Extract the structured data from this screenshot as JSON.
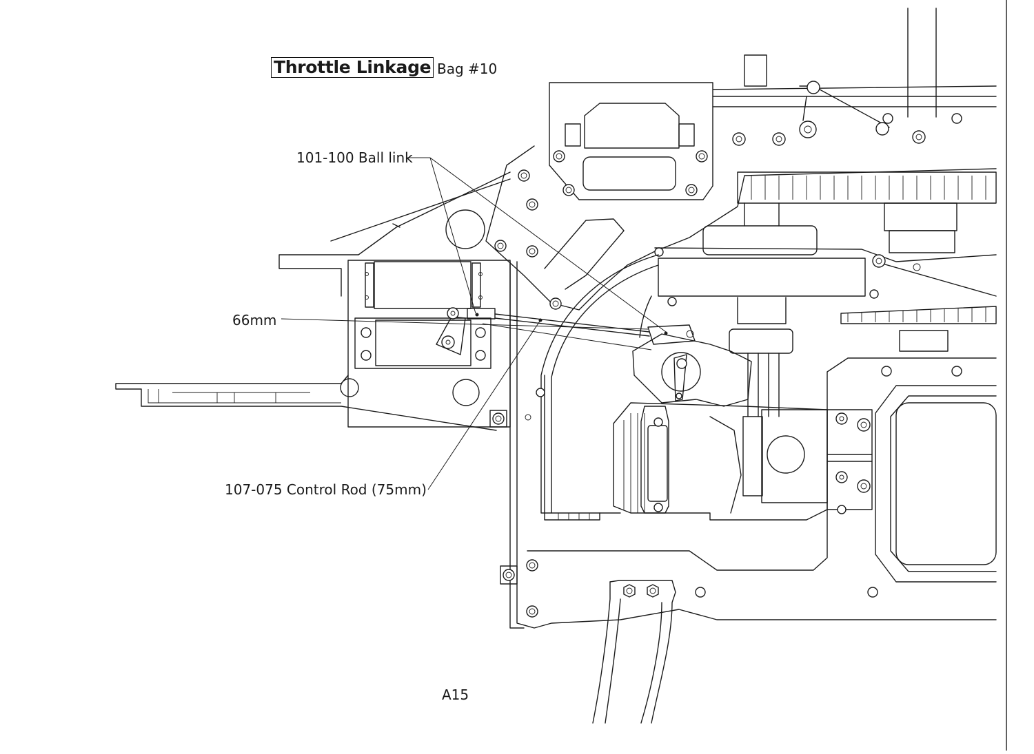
{
  "drawing": {
    "title": "Throttle Linkage",
    "bag": "Bag #10",
    "page_number": "A15"
  },
  "callouts": {
    "ball_link": "101-100 Ball link",
    "rod_length": "66mm",
    "control_rod": "107-075 Control Rod (75mm)"
  },
  "colors": {
    "line": "#1b1b1b",
    "paper": "#ffffff"
  }
}
